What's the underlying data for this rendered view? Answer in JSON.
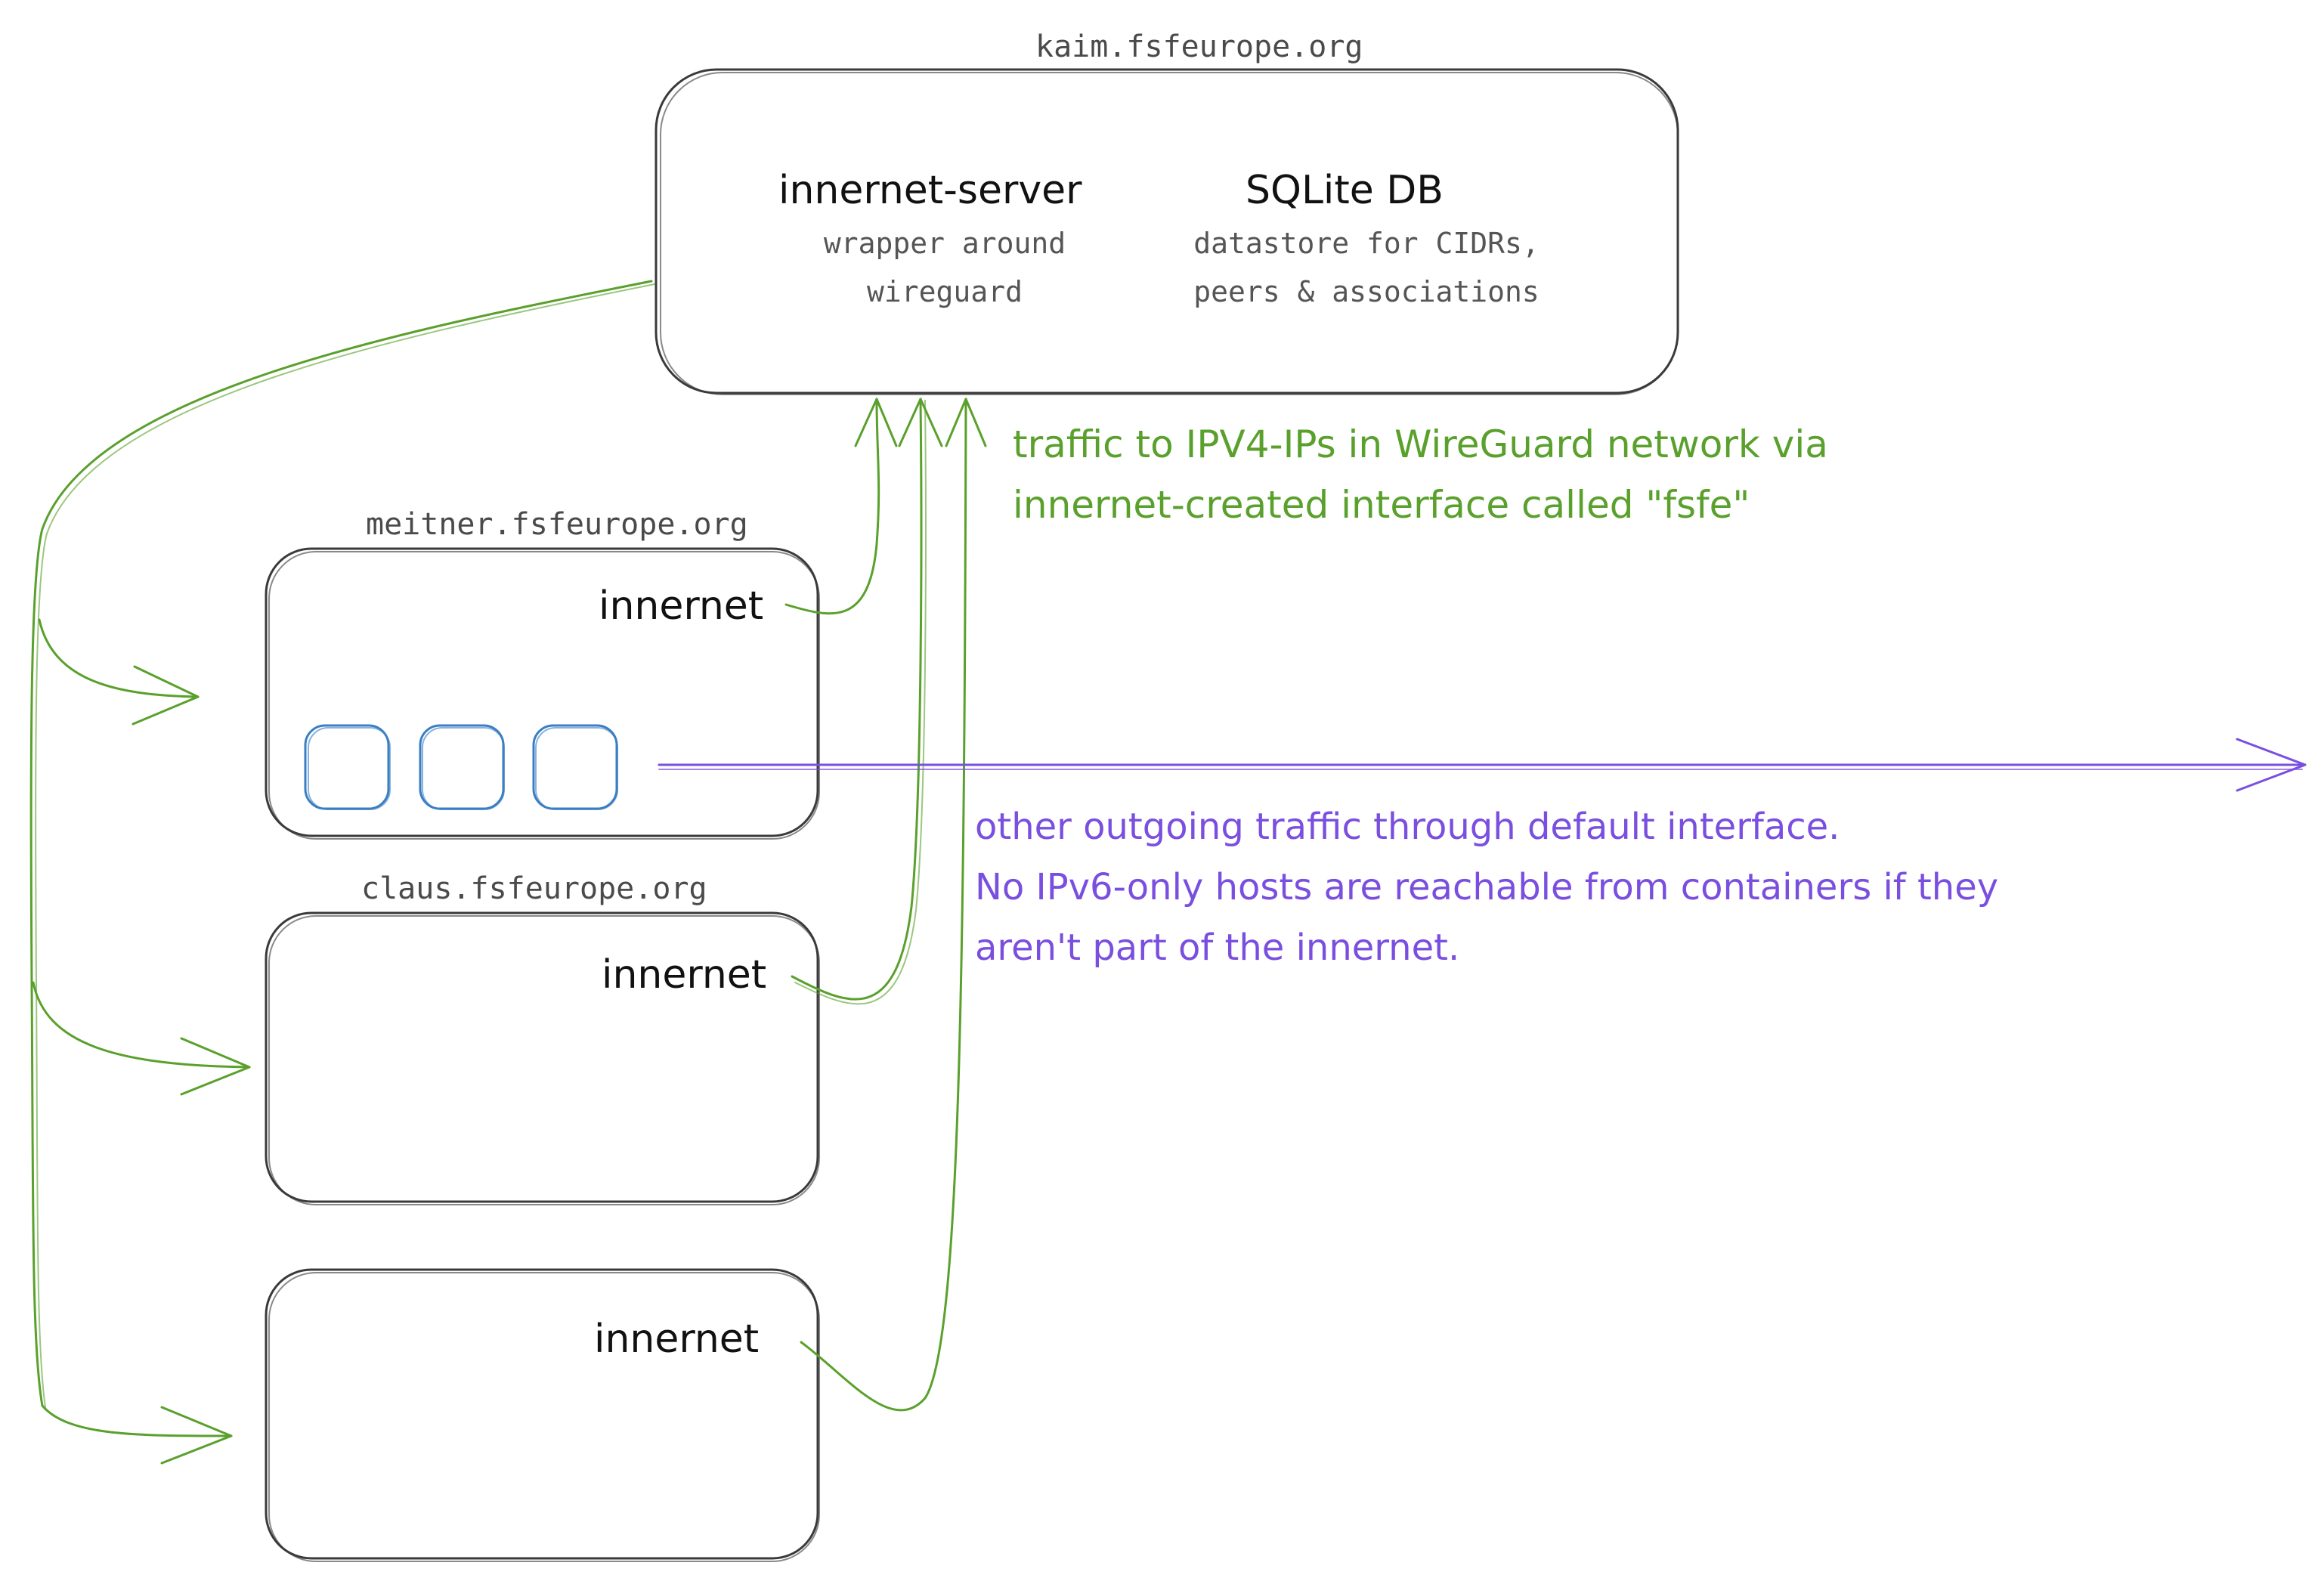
{
  "colors": {
    "box_stroke": "#3a3a3a",
    "green_arrow": "#5aa02c",
    "purple_arrow": "#7a4fe0",
    "container_stroke": "#3b7ec4"
  },
  "server": {
    "host_label": "kaim.fsfeurope.org",
    "service_title": "innernet-server",
    "service_desc_line1": "wrapper around",
    "service_desc_line2": "wireguard",
    "db_title": "SQLite DB",
    "db_desc_line1": "datastore for CIDRs,",
    "db_desc_line2": "peers & associations"
  },
  "clients": [
    {
      "host_label": "meitner.fsfeurope.org",
      "innernet_label": "innernet",
      "has_containers": true
    },
    {
      "host_label": "claus.fsfeurope.org",
      "innernet_label": "innernet",
      "has_containers": false
    },
    {
      "host_label": "",
      "innernet_label": "innernet",
      "has_containers": false
    }
  ],
  "notes": {
    "green_line1": "traffic to IPV4-IPs in WireGuard network via",
    "green_line2": "innernet-created interface called \"fsfe\"",
    "purple_line1": "other outgoing traffic through default interface.",
    "purple_line2": "No IPv6-only hosts are reachable from containers if they",
    "purple_line3": "aren't part of the innernet."
  }
}
